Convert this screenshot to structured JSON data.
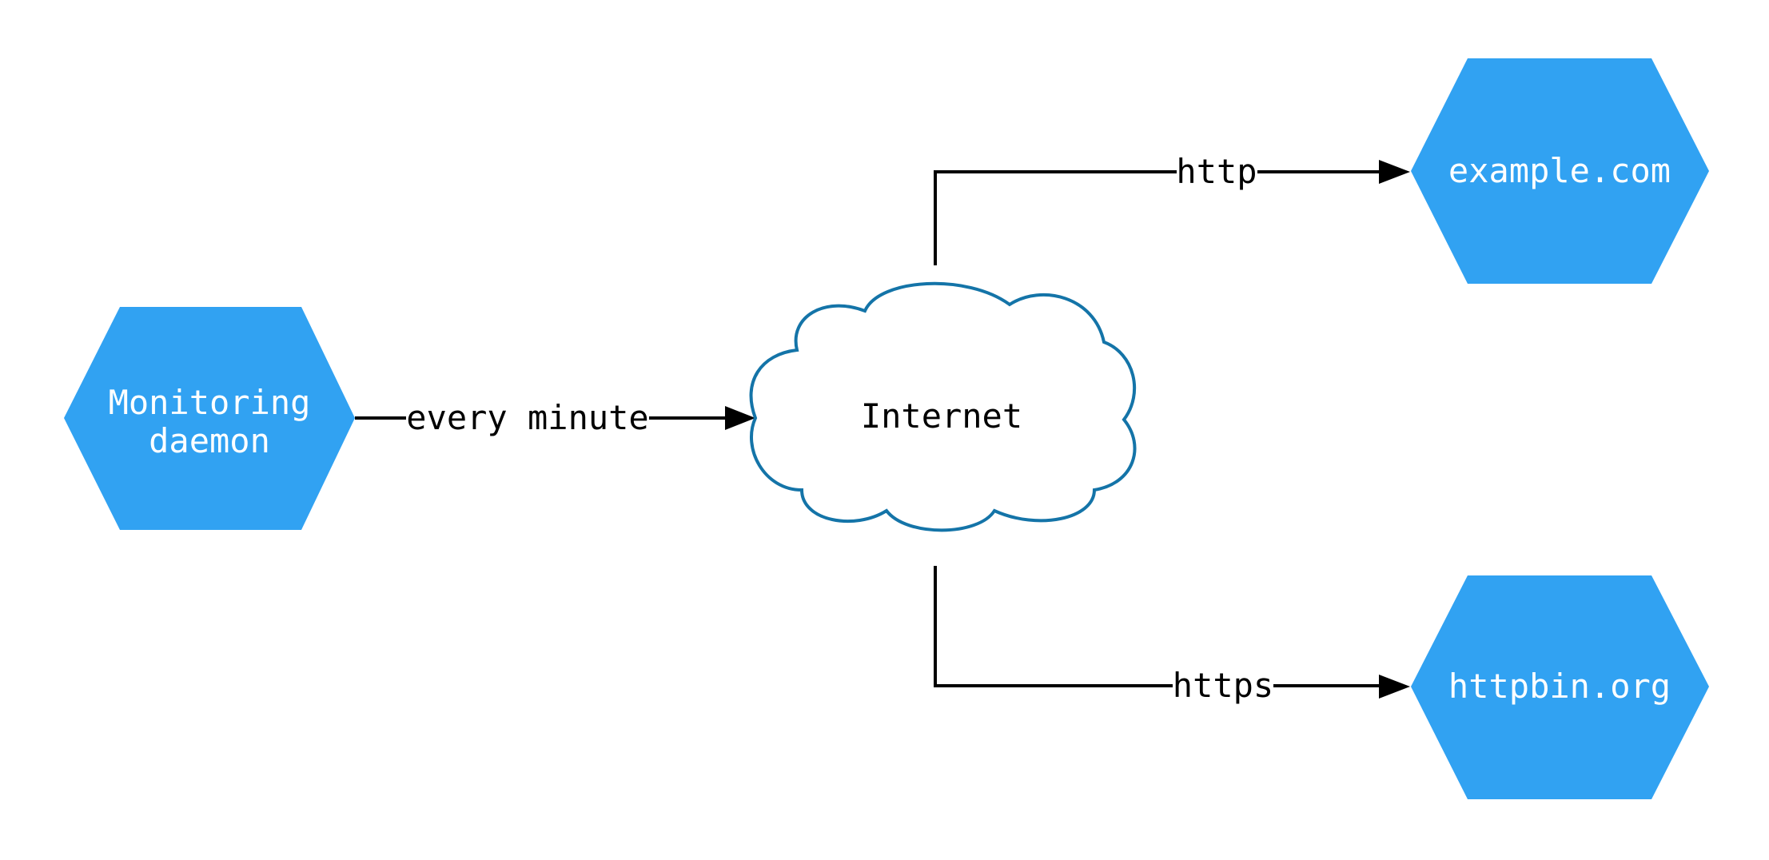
{
  "diagram": {
    "nodes": {
      "monitoring": {
        "line1": "Monitoring",
        "line2": "daemon"
      },
      "internet": {
        "label": "Internet"
      },
      "example": {
        "label": "example.com"
      },
      "httpbin": {
        "label": "httpbin.org"
      }
    },
    "edges": {
      "every_minute": {
        "label": "every minute"
      },
      "http": {
        "label": "http"
      },
      "https": {
        "label": "https"
      }
    },
    "colors": {
      "node_fill": "#31a2f2",
      "node_text": "#ffffff",
      "cloud_stroke": "#1474a8",
      "edge": "#000000",
      "label_text": "#000000"
    }
  }
}
